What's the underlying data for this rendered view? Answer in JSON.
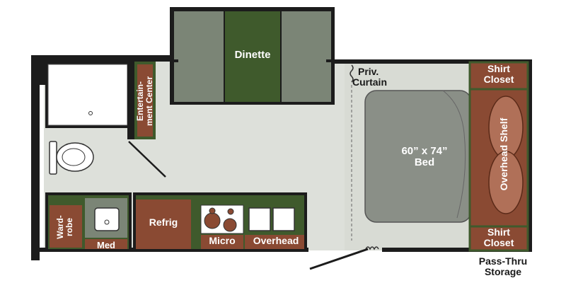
{
  "floorplan": {
    "labels": {
      "dinette": "Dinette",
      "entertainment_center_line1": "Entertain-",
      "entertainment_center_line2": "ment Center",
      "privacy_curtain_line1": "Priv.",
      "privacy_curtain_line2": "Curtain",
      "shirt_closet_top_line1": "Shirt",
      "shirt_closet_top_line2": "Closet",
      "shirt_closet_bottom_line1": "Shirt",
      "shirt_closet_bottom_line2": "Closet",
      "bed_line1": "60” x 74”",
      "bed_line2": "Bed",
      "overhead_shelf": "Overhead Shelf",
      "refrigerator": "Refrig",
      "microwave": "Micro",
      "overhead": "Overhead",
      "wardrobe_line1": "Ward-",
      "wardrobe_line2": "robe",
      "medicine_cabinet": "Med",
      "pass_thru_line1": "Pass-Thru",
      "pass_thru_line2": "Storage"
    },
    "colors": {
      "floor": "#dde0da",
      "wall": "#1c1c1c",
      "dinette_center": "#3f5a2c",
      "dinette_seats": "#7b8576",
      "bed": "#8a8f87",
      "cabinet_brown": "#8a4a33",
      "cabinet_border": "#3f5a2c",
      "shower": "#ffffff"
    }
  }
}
